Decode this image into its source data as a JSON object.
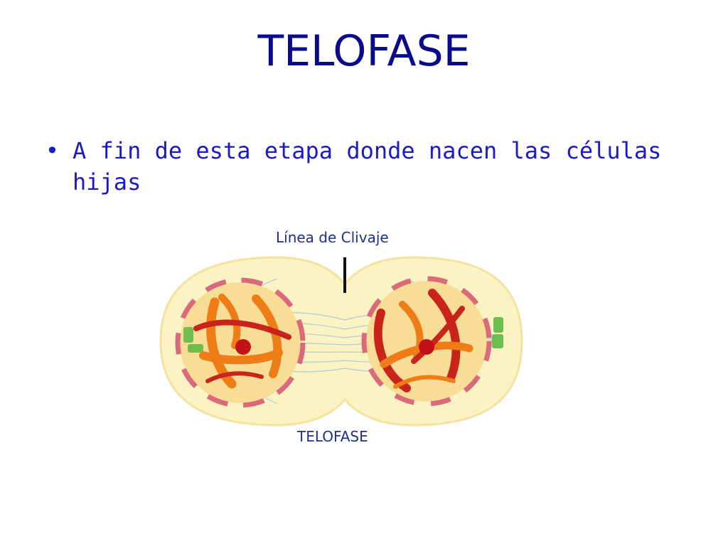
{
  "slide": {
    "title": "TELOFASE",
    "bullet_marker": "•",
    "bullet_text": "A fin de esta etapa donde nacen las células hijas"
  },
  "figure": {
    "label_top": "Línea de Clivaje",
    "label_bottom": "TELOFASE"
  },
  "colors": {
    "title_text": "#0a0a8c",
    "bullet_text": "#1a1acc",
    "label_text": "#1f2f8f",
    "cytoplasm": "#fbf3c4",
    "cytoplasm_edge": "#f3e2a0",
    "nucleus_fill": "#f7dd95",
    "nuclear_envelope": "#d96a7c",
    "chromosome_orange": "#ee7d18",
    "chromosome_red": "#c8241c",
    "nucleolus": "#c3121a",
    "centriole": "#6fbd4c",
    "spindle": "#a9c6dc",
    "cleavage_line": "#111111"
  }
}
